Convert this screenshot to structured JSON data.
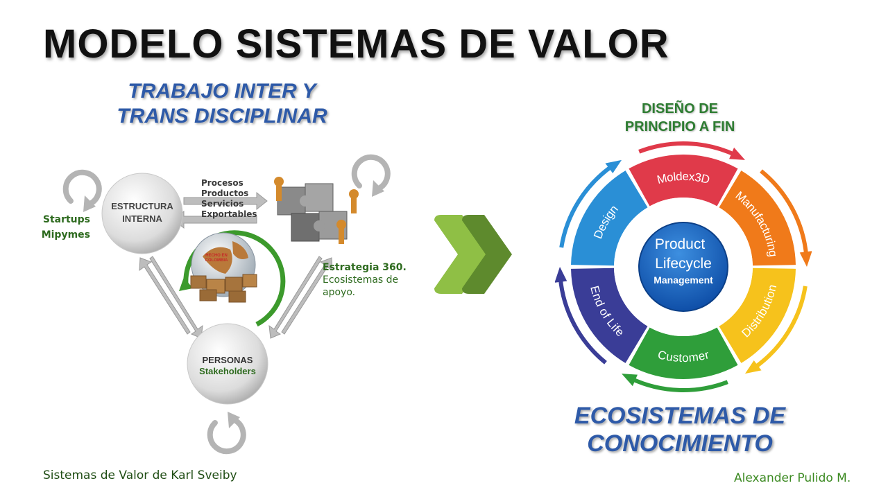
{
  "title": "MODELO SISTEMAS DE VALOR",
  "left_heading": {
    "line1": "TRABAJO INTER Y",
    "line2": "TRANS DISCIPLINAR"
  },
  "right_heading": {
    "line1": "DISEÑO DE",
    "line2": "PRINCIPIO A FIN"
  },
  "bottom_heading": {
    "line1": "ECOSISTEMAS DE",
    "line2": "CONOCIMIENTO"
  },
  "left_diagram": {
    "circle_top_line1": "ESTRUCTURA",
    "circle_top_line2": "INTERNA",
    "circle_bottom_line1": "PERSONAS",
    "circle_bottom_line2": "Stakeholders",
    "left_labels": [
      "Startups",
      "Mipymes"
    ],
    "flow_labels": [
      "Procesos",
      "Productos",
      "Servicios",
      "Exportables"
    ],
    "strategy_title": "Estrategia 360.",
    "strategy_line1": "Ecosistemas de",
    "strategy_line2": "apoyo.",
    "globe_label_line1": "HECHO EN",
    "globe_label_line2": "COLOMBIA"
  },
  "lifecycle": {
    "center_line1": "Product",
    "center_line2": "Lifecycle",
    "center_line3": "Management",
    "segments": [
      {
        "label": "Moldex3D",
        "color": "#e03a4a"
      },
      {
        "label": "Manufacturing",
        "color": "#f07a1a"
      },
      {
        "label": "Distribution",
        "color": "#f6c21c"
      },
      {
        "label": "Customer",
        "color": "#2f9e3a"
      },
      {
        "label": "End of Life",
        "color": "#3a3d97"
      },
      {
        "label": "Design",
        "color": "#2a8fd6"
      }
    ]
  },
  "footer": {
    "source": "Sistemas de Valor de Karl Sveiby",
    "author": "Alexander Pulido M."
  }
}
